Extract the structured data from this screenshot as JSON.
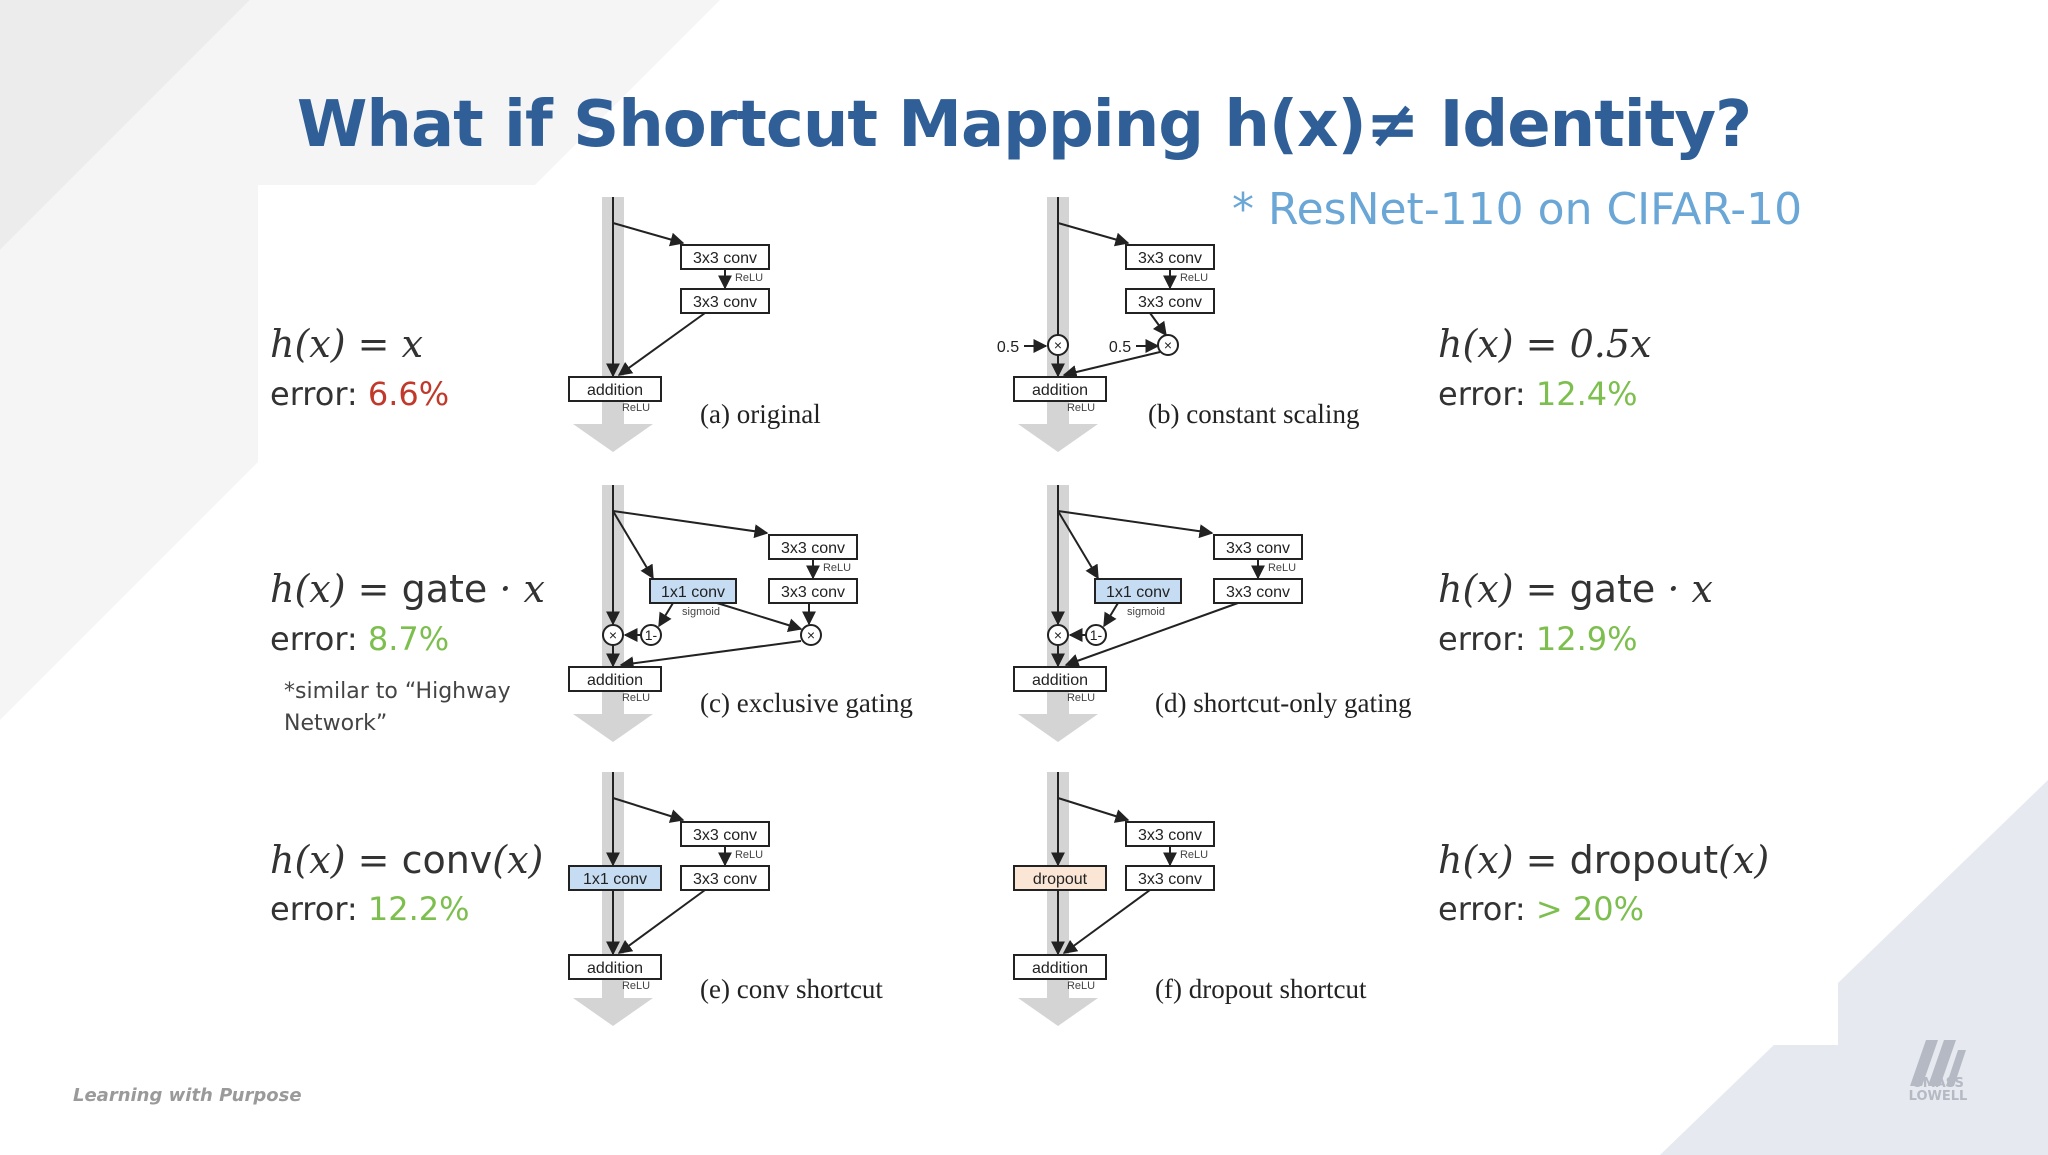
{
  "slide": {
    "title": "What if Shortcut Mapping h(x)≠ Identity?",
    "note": "* ResNet-110 on CIFAR-10",
    "footer": "Learning with Purpose",
    "logo_text": [
      "UMASS",
      "LOWELL"
    ]
  },
  "colors": {
    "title": "#2f5f96",
    "note": "#6aa6d6",
    "error_red": "#c0392b",
    "error_green": "#7dbf4e",
    "highlight_blue": "#c6dcf2",
    "highlight_peach": "#fbe6d6"
  },
  "variants": [
    {
      "formula_parts": [
        "h",
        "(x) = x"
      ],
      "error_label": "error: ",
      "error_value": "6.6%",
      "error_color": "red"
    },
    {
      "formula_parts": [
        "h",
        "(x) = 0.5x"
      ],
      "error_label": "error: ",
      "error_value": "12.4%",
      "error_color": "green"
    },
    {
      "formula_parts": [
        "h",
        "(x) = ",
        "gate",
        " · x"
      ],
      "error_label": "error: ",
      "error_value": "8.7%",
      "error_color": "green",
      "remark": "*similar to “Highway Network”"
    },
    {
      "formula_parts": [
        "h",
        "(x) = ",
        "gate",
        " · x"
      ],
      "error_label": "error: ",
      "error_value": "12.9%",
      "error_color": "green"
    },
    {
      "formula_parts": [
        "h",
        "(x) = ",
        "conv",
        "(x)"
      ],
      "error_label": "error: ",
      "error_value": "12.2%",
      "error_color": "green"
    },
    {
      "formula_parts": [
        "h",
        "(x) = ",
        "dropout",
        "(x)"
      ],
      "error_label": "error: ",
      "error_value": "> 20%",
      "error_color": "green"
    }
  ],
  "diagrams": [
    {
      "caption": "(a) original"
    },
    {
      "caption": "(b) constant scaling"
    },
    {
      "caption": "(c) exclusive gating"
    },
    {
      "caption": "(d) shortcut-only gating"
    },
    {
      "caption": "(e) conv shortcut"
    },
    {
      "caption": "(f) dropout shortcut"
    }
  ],
  "labels": {
    "conv3": "3x3 conv",
    "conv1": "1x1 conv",
    "relu": "ReLU",
    "addition": "addition",
    "sigmoid": "sigmoid",
    "half": "0.5",
    "one_minus": "1-",
    "times": "×",
    "dropout": "dropout"
  }
}
